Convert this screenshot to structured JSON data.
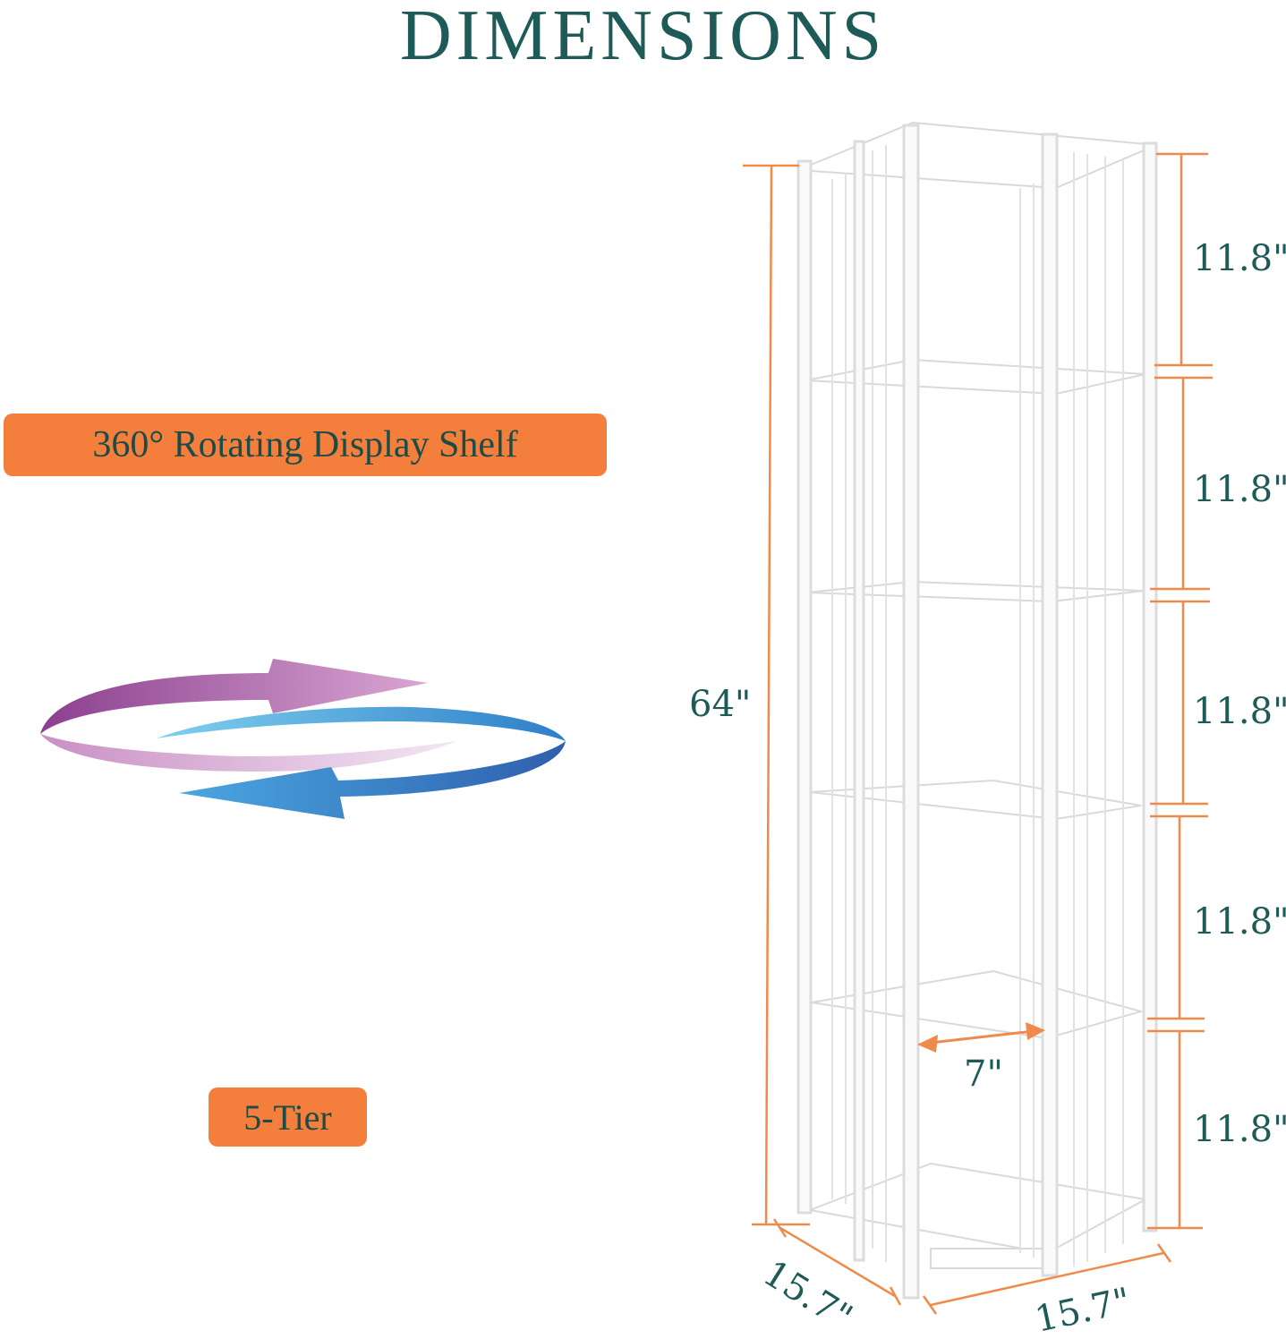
{
  "title": "DIMENSIONS",
  "badges": {
    "rotating": "360° Rotating Display Shelf",
    "tier": "5-Tier"
  },
  "dimensions": {
    "height_total": "64\"",
    "tier_heights": [
      "11.8\"",
      "11.8\"",
      "11.8\"",
      "11.8\"",
      "11.8\""
    ],
    "inner_width": "7\"",
    "depth": "15.7\"",
    "width": "15.7\""
  },
  "colors": {
    "title": "#1e5a57",
    "accent": "#f47f3c",
    "dimension_line": "#f08a4b",
    "arrow_purple": "#9a4f9c",
    "arrow_blue": "#3f8fd4"
  },
  "icons": {
    "rotation": "rotation-arrows-icon",
    "product": "rotating-bookshelf-illustration"
  }
}
